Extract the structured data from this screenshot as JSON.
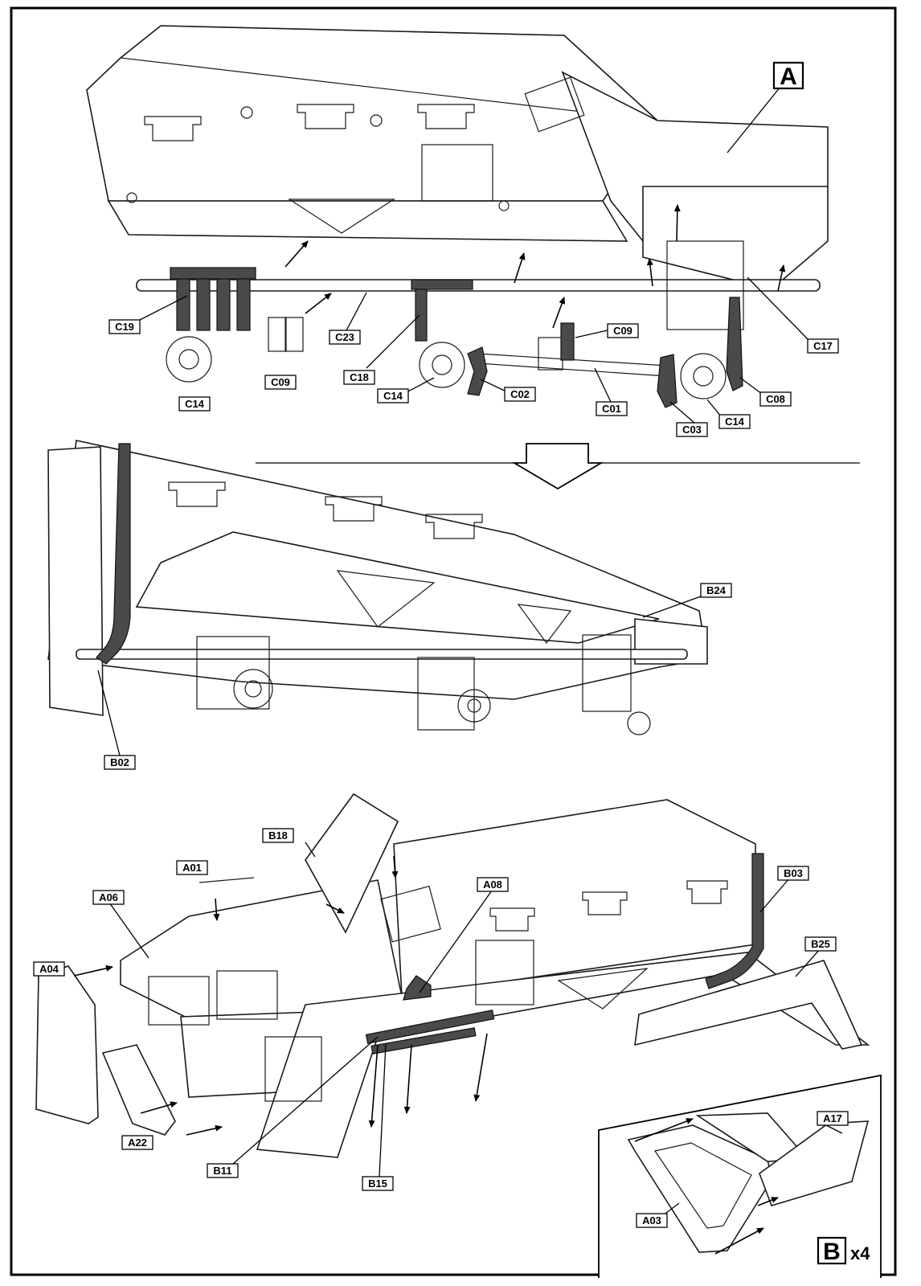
{
  "labels": {
    "A": "A",
    "B": "B",
    "multiplier": "x4",
    "C19": "C19",
    "C23": "C23",
    "C09a": "C09",
    "C14a": "C14",
    "C18": "C18",
    "C14b": "C14",
    "C02": "C02",
    "C09b": "C09",
    "C01": "C01",
    "C03": "C03",
    "C14c": "C14",
    "C08": "C08",
    "C17": "C17",
    "B24": "B24",
    "B02": "B02",
    "B18": "B18",
    "A01": "A01",
    "A06": "A06",
    "A04": "A04",
    "A08": "A08",
    "B03": "B03",
    "B25": "B25",
    "A22": "A22",
    "B11": "B11",
    "B15": "B15",
    "A17": "A17",
    "A03": "A03"
  }
}
